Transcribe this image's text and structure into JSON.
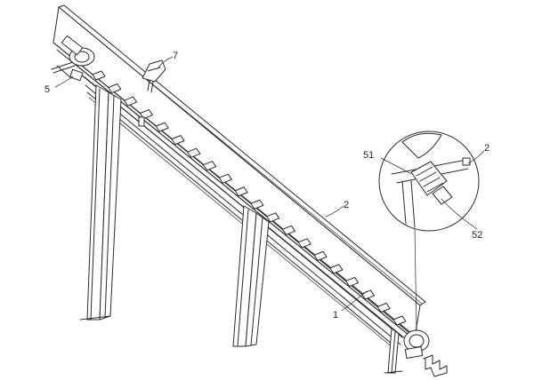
{
  "labels": {
    "drive_assembly": "5",
    "top_sensor": "7",
    "frame_main": "2",
    "conveyor_chain": "1",
    "detail_part_51": "51",
    "detail_frame": "2",
    "detail_part_52": "52"
  }
}
